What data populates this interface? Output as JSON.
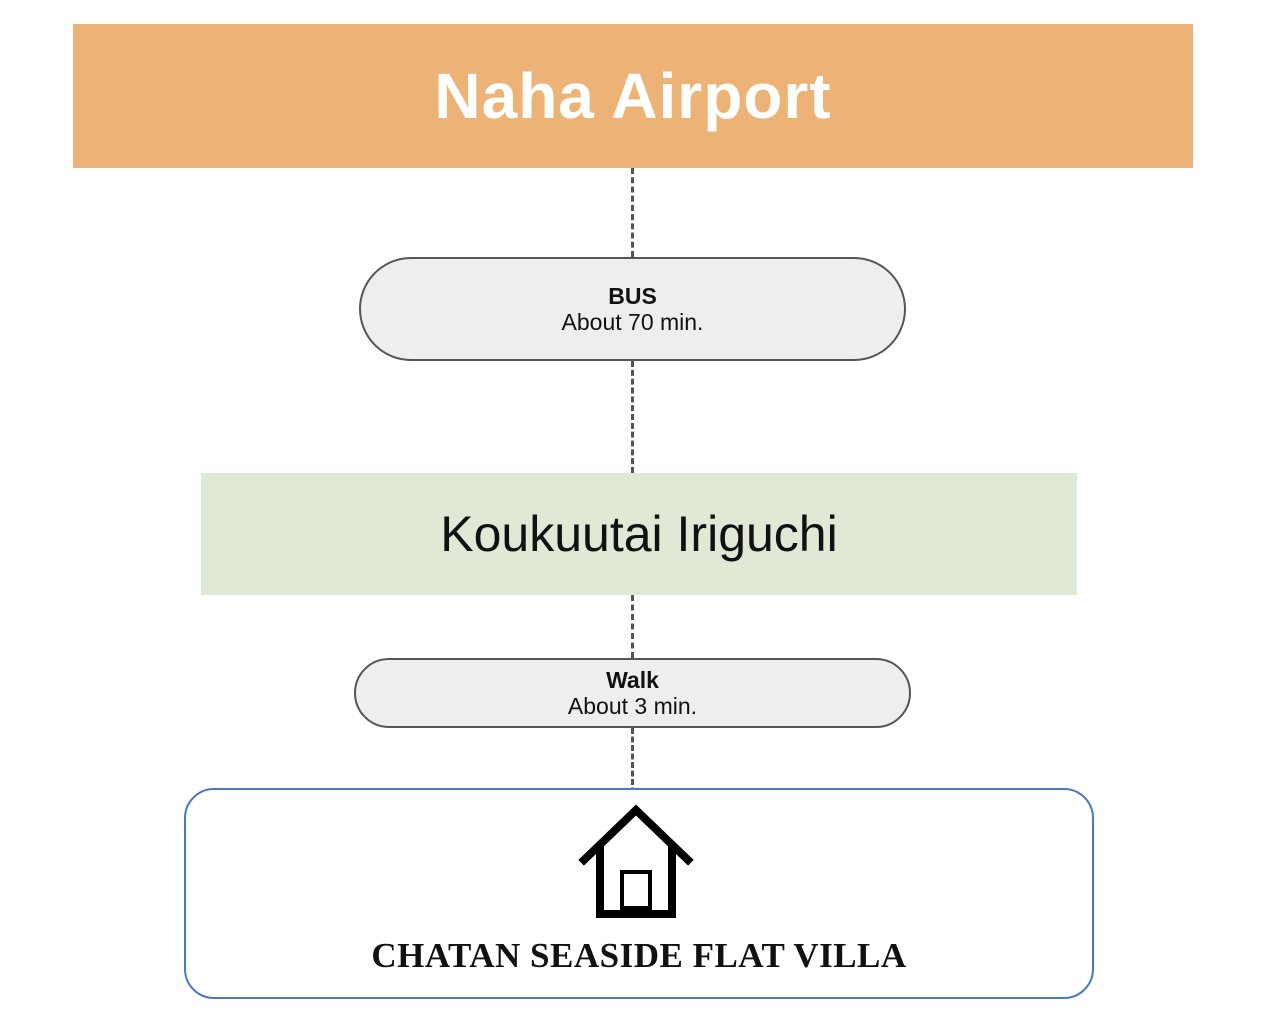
{
  "origin": {
    "title": "Naha Airport",
    "color": "#edb376"
  },
  "legs": [
    {
      "mode": "BUS",
      "duration": "About 70 min."
    },
    {
      "mode": "Walk",
      "duration": "About 3 min."
    }
  ],
  "stop": {
    "title": "Koukuutai Iriguchi",
    "color": "#dfe9d6"
  },
  "destination": {
    "icon": "house-icon",
    "title": "CHATAN SEASIDE FLAT VILLA",
    "border_color": "#4a78c8"
  }
}
